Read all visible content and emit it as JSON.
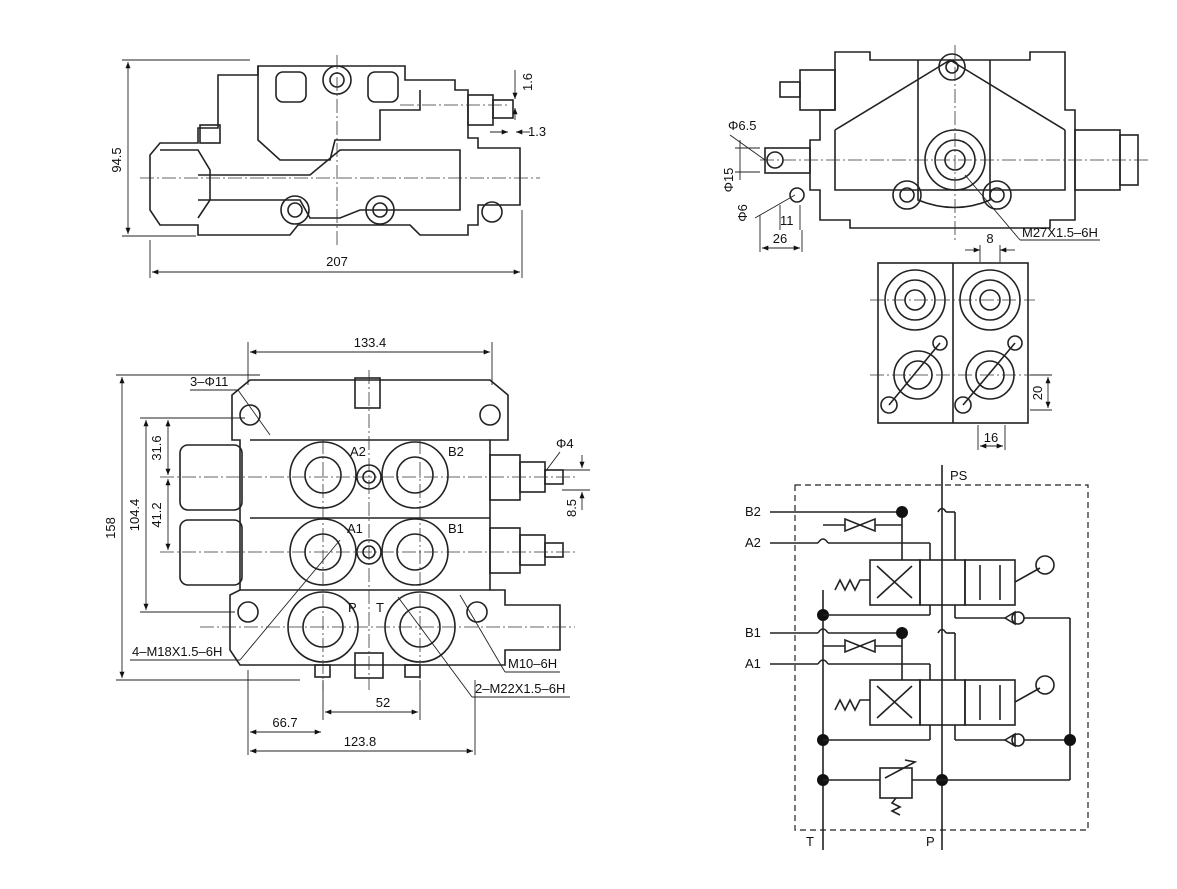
{
  "front_view": {
    "overall_width": "207",
    "height": "94.5",
    "offset_small": "1.6",
    "offset_small2": "1.3"
  },
  "side_view": {
    "dia_a": "Φ6.5",
    "dia_b": "Φ15",
    "dia_c": "Φ6",
    "width_small": "11",
    "width_medium": "26",
    "thread_main": "M27X1.5–6H"
  },
  "section_view": {
    "dim_top": "8",
    "dim_right": "20",
    "dim_bottom": "16"
  },
  "plan_view": {
    "width_top": "133.4",
    "holes": "3–Φ11",
    "dia_right": "Φ4",
    "offset_right": "8.5",
    "height_total": "158",
    "height_mid": "104.4",
    "dim_a": "31.6",
    "dim_b": "41.2",
    "port_a2": "A2",
    "port_b2": "B2",
    "port_a1": "A1",
    "port_b1": "B1",
    "port_p": "P",
    "port_t": "T",
    "thread_a": "4–M18X1.5–6H",
    "thread_b": "M10–6H",
    "thread_c": "2–M22X1.5–6H",
    "dim_52": "52",
    "dim_66": "66.7",
    "dim_123": "123.8"
  },
  "schematic": {
    "label_ps": "PS",
    "label_b2": "B2",
    "label_a2": "A2",
    "label_b1": "B1",
    "label_a1": "A1",
    "label_t": "T",
    "label_p": "P"
  }
}
